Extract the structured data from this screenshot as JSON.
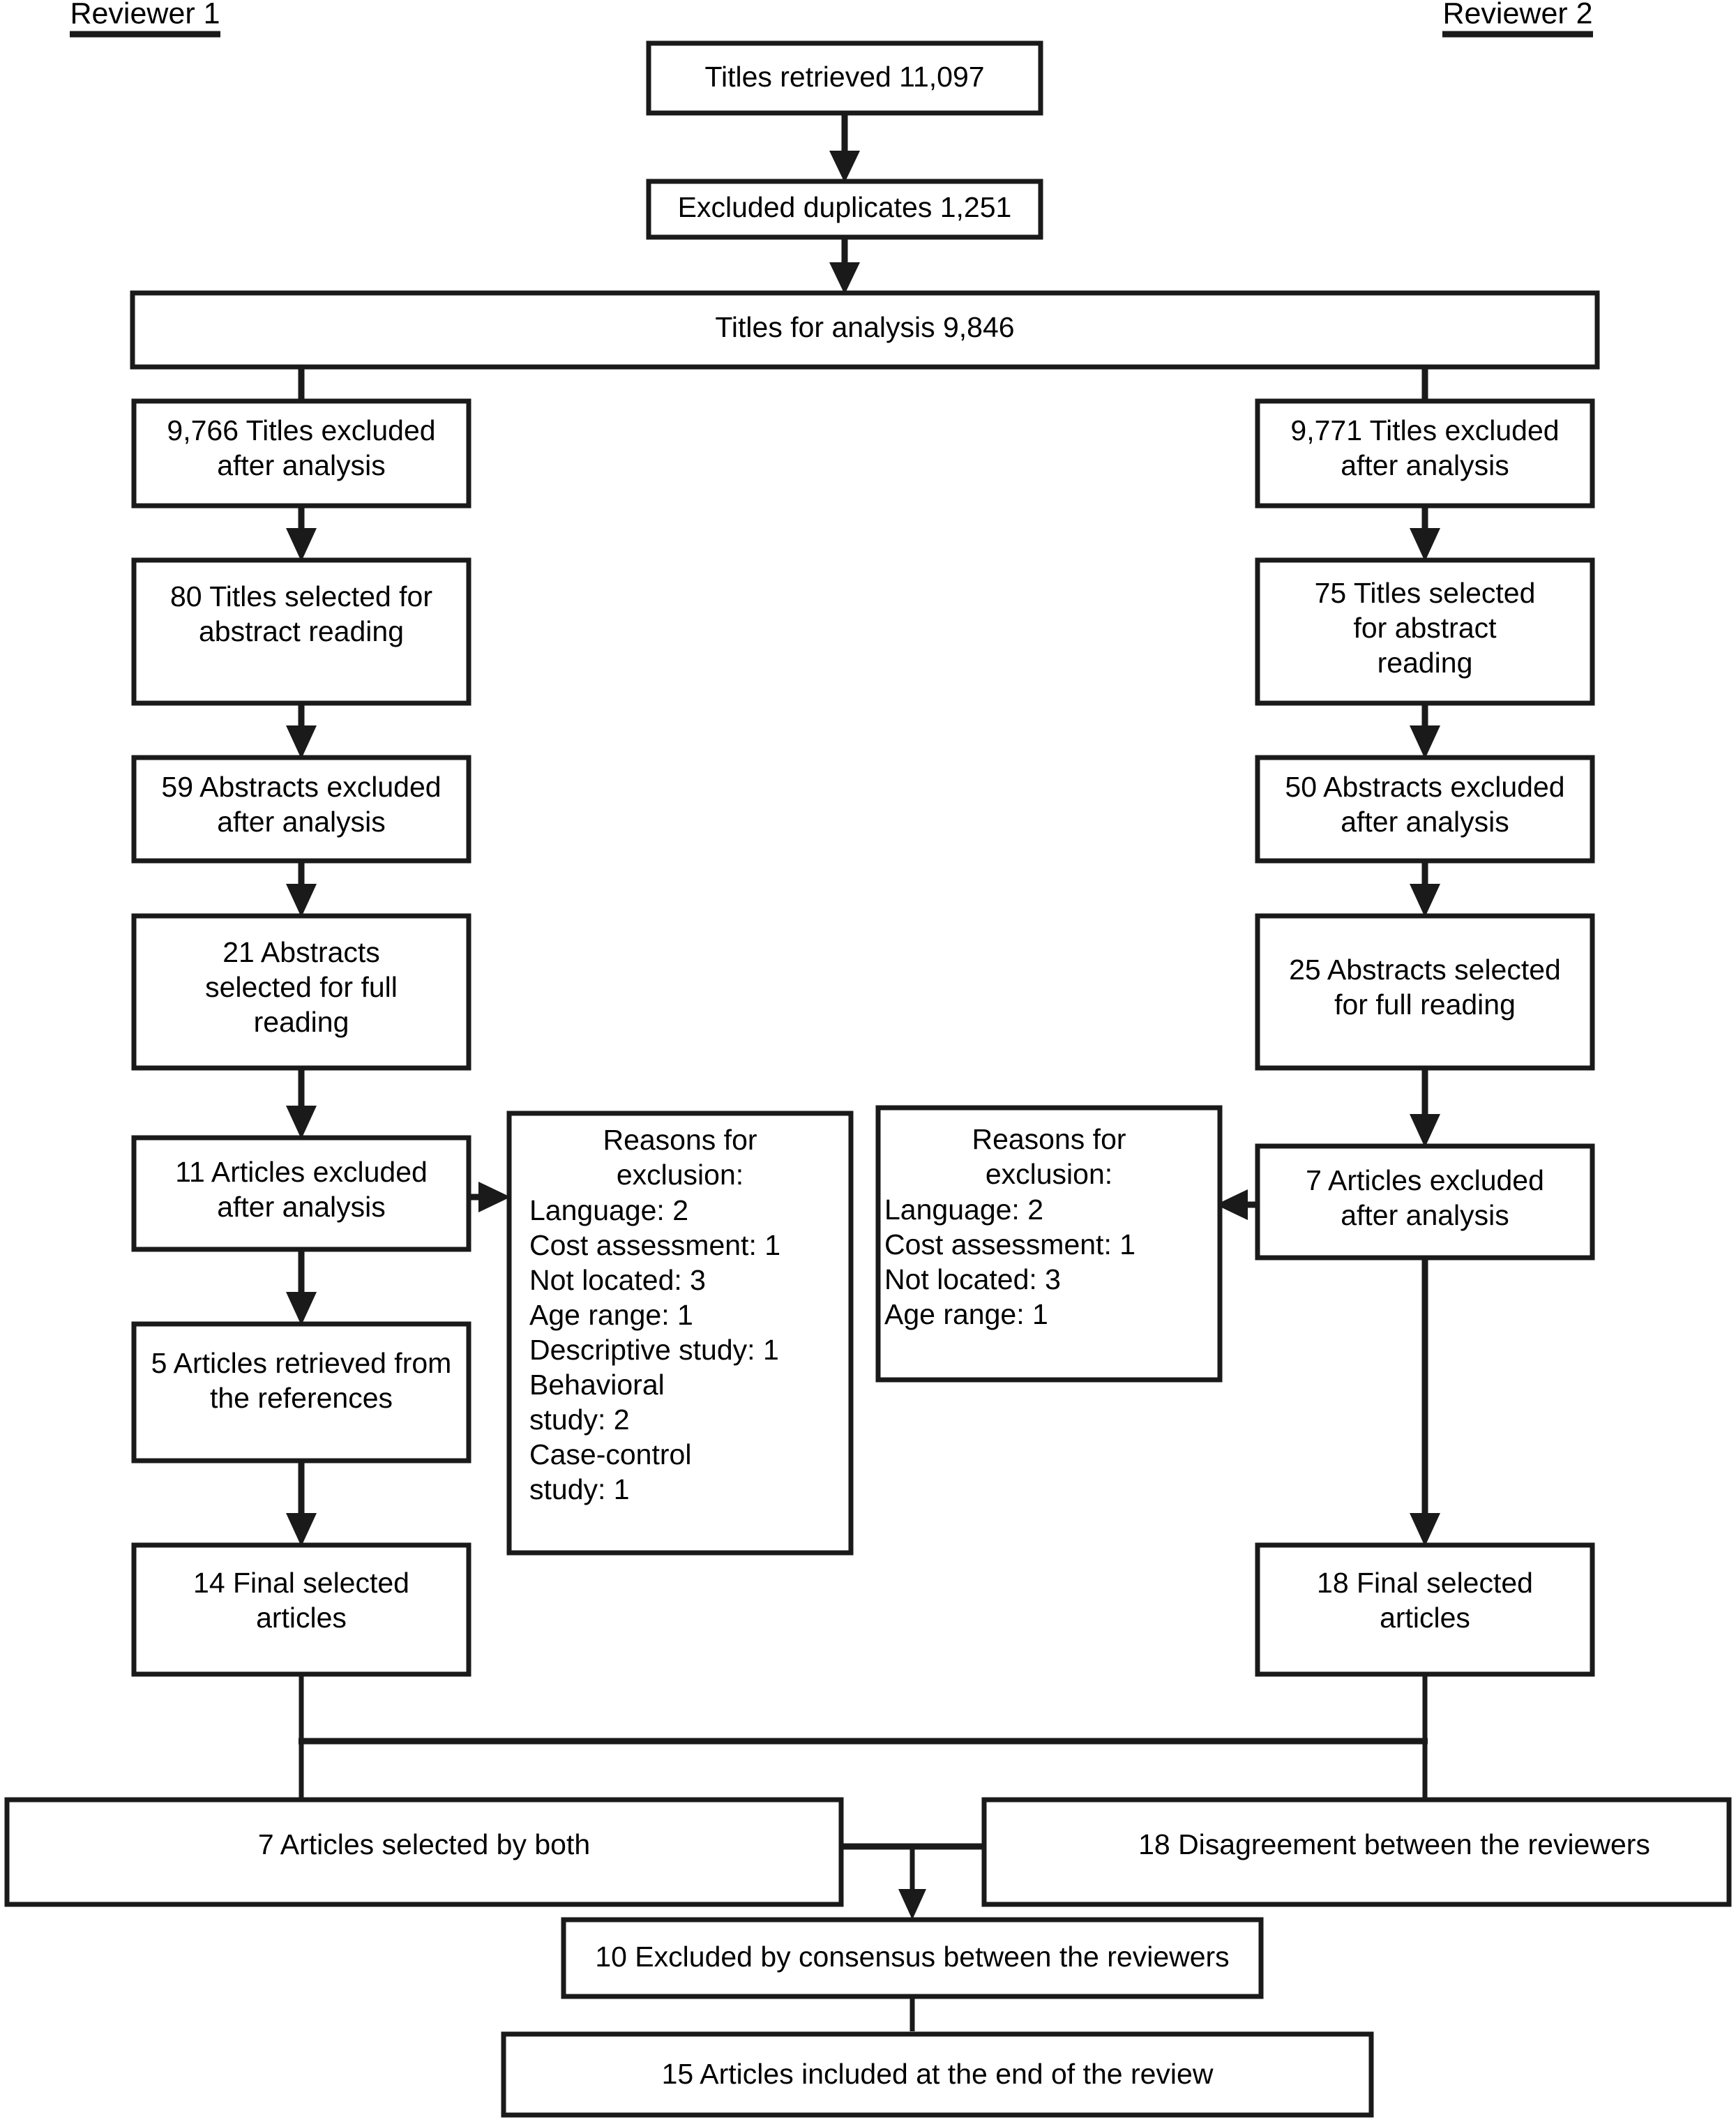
{
  "figure": {
    "type": "flowchart",
    "title": "Study selection flow diagram (PRISMA-style) for two reviewers",
    "headers": [
      {
        "id": "reviewer-1",
        "label": "Reviewer 1"
      },
      {
        "id": "reviewer-2",
        "label": "Reviewer 2"
      }
    ],
    "nodes": {
      "titles_retrieved": {
        "lines": [
          "Titles retrieved 11,097"
        ],
        "count": 11097
      },
      "excluded_duplicates": {
        "lines": [
          "Excluded duplicates 1,251"
        ],
        "count": 1251
      },
      "titles_for_analysis": {
        "lines": [
          "Titles for analysis 9,846"
        ],
        "count": 9846
      },
      "r1_titles_excluded": {
        "lines": [
          "9,766 Titles excluded",
          "after analysis"
        ],
        "count": 9766
      },
      "r1_titles_selected": {
        "lines": [
          "80 Titles selected for",
          "abstract reading"
        ],
        "count": 80
      },
      "r1_abstracts_excluded": {
        "lines": [
          "59 Abstracts excluded",
          "after analysis"
        ],
        "count": 59
      },
      "r1_abstracts_selected": {
        "lines": [
          "21 Abstracts",
          "selected for full",
          "reading"
        ],
        "count": 21
      },
      "r1_articles_excluded": {
        "lines": [
          "11 Articles excluded",
          "after analysis"
        ],
        "count": 11
      },
      "r1_articles_retrieved": {
        "lines": [
          "5 Articles retrieved from",
          "the references"
        ],
        "count": 5
      },
      "r1_final_selected": {
        "lines": [
          "14 Final selected",
          "articles"
        ],
        "count": 14
      },
      "r2_titles_excluded": {
        "lines": [
          "9,771 Titles excluded",
          "after analysis"
        ],
        "count": 9771
      },
      "r2_titles_selected": {
        "lines": [
          "75 Titles selected",
          "for abstract",
          "reading"
        ],
        "count": 75
      },
      "r2_abstracts_excluded": {
        "lines": [
          "50 Abstracts excluded",
          "after analysis"
        ],
        "count": 50
      },
      "r2_abstracts_selected": {
        "lines": [
          "25 Abstracts selected",
          "for full reading"
        ],
        "count": 25
      },
      "r2_articles_excluded": {
        "lines": [
          "7 Articles excluded",
          "after analysis"
        ],
        "count": 7
      },
      "r2_final_selected": {
        "lines": [
          "18 Final selected",
          "articles"
        ],
        "count": 18
      },
      "reasons_left": {
        "title_lines": [
          "Reasons for",
          "exclusion:"
        ],
        "items": [
          {
            "label": "Language",
            "value": 2,
            "lines": [
              "Language: 2"
            ]
          },
          {
            "label": "Cost assessment",
            "value": 1,
            "lines": [
              "Cost assessment: 1"
            ]
          },
          {
            "label": "Not located",
            "value": 3,
            "lines": [
              "Not located: 3"
            ]
          },
          {
            "label": "Age range",
            "value": 1,
            "lines": [
              "Age range: 1"
            ]
          },
          {
            "label": "Descriptive study",
            "value": 1,
            "lines": [
              "Descriptive study: 1"
            ]
          },
          {
            "label": "Behavioral study",
            "value": 2,
            "lines": [
              "Behavioral",
              "study: 2"
            ]
          },
          {
            "label": "Case-control study",
            "value": 1,
            "lines": [
              "Case-control",
              "study: 1"
            ]
          }
        ]
      },
      "reasons_right": {
        "title_lines": [
          "Reasons for",
          "exclusion:"
        ],
        "items": [
          {
            "label": "Language",
            "value": 2,
            "lines": [
              "Language: 2"
            ]
          },
          {
            "label": "Cost assessment",
            "value": 1,
            "lines": [
              "Cost assessment: 1"
            ]
          },
          {
            "label": "Not located",
            "value": 3,
            "lines": [
              "Not located: 3"
            ]
          },
          {
            "label": "Age range",
            "value": 1,
            "lines": [
              "Age range: 1"
            ]
          }
        ]
      },
      "selected_by_both": {
        "lines": [
          "7 Articles selected by both"
        ],
        "count": 7
      },
      "disagreement": {
        "lines": [
          "18 Disagreement between the reviewers"
        ],
        "count": 18
      },
      "excluded_consensus": {
        "lines": [
          "10 Excluded by consensus between the reviewers"
        ],
        "count": 10
      },
      "final_included": {
        "lines": [
          "15 Articles included at the end of the review"
        ],
        "count": 15
      }
    }
  }
}
